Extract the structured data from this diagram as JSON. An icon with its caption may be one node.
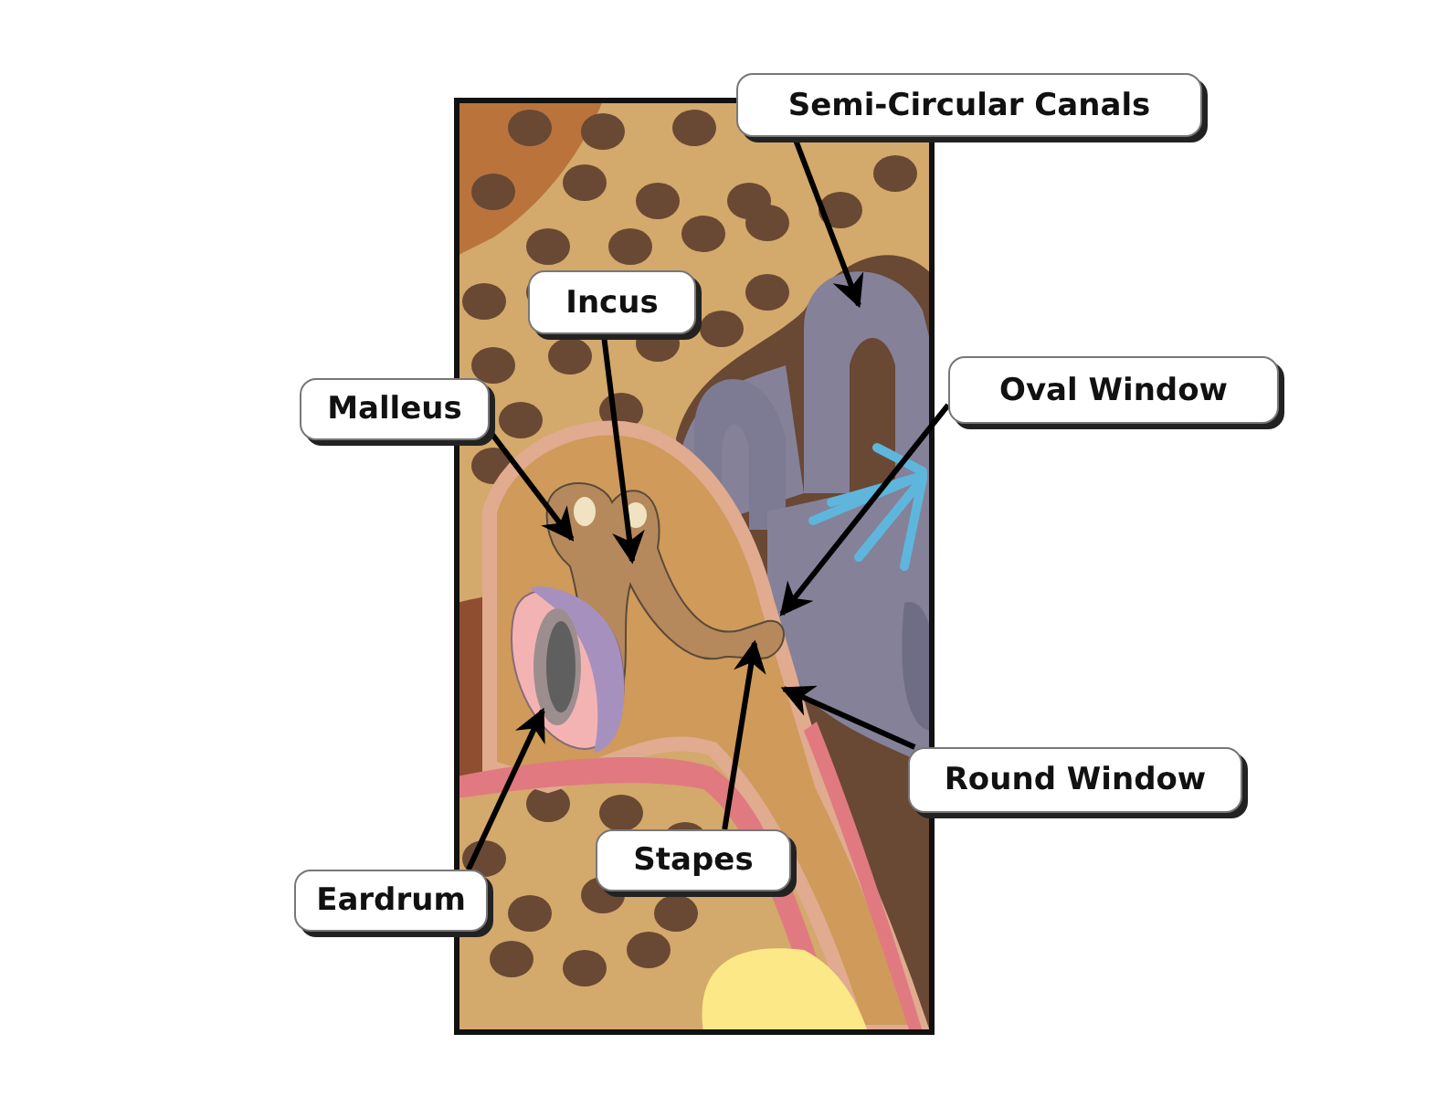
{
  "diagram": {
    "nodes": [
      {
        "text": [
          "Semi-Circular Canals"
        ]
      },
      {
        "text": [
          "Incus"
        ]
      },
      {
        "text": [
          "Malleus"
        ]
      },
      {
        "text": [
          "Oval Window"
        ]
      },
      {
        "text": [
          "Round Window"
        ]
      },
      {
        "text": [
          "Stapes"
        ]
      },
      {
        "text": [
          "Eardrum"
        ]
      }
    ],
    "edges": [
      {
        "from": 0,
        "to": null,
        "arrow": "to"
      },
      {
        "from": 1,
        "to": null,
        "arrow": "to"
      },
      {
        "from": 2,
        "to": null,
        "arrow": "to"
      },
      {
        "from": 3,
        "to": null,
        "arrow": "to"
      },
      {
        "from": 4,
        "to": null,
        "arrow": "to"
      },
      {
        "from": 5,
        "to": null,
        "arrow": "to"
      },
      {
        "from": 6,
        "to": null,
        "arrow": "to"
      }
    ]
  }
}
